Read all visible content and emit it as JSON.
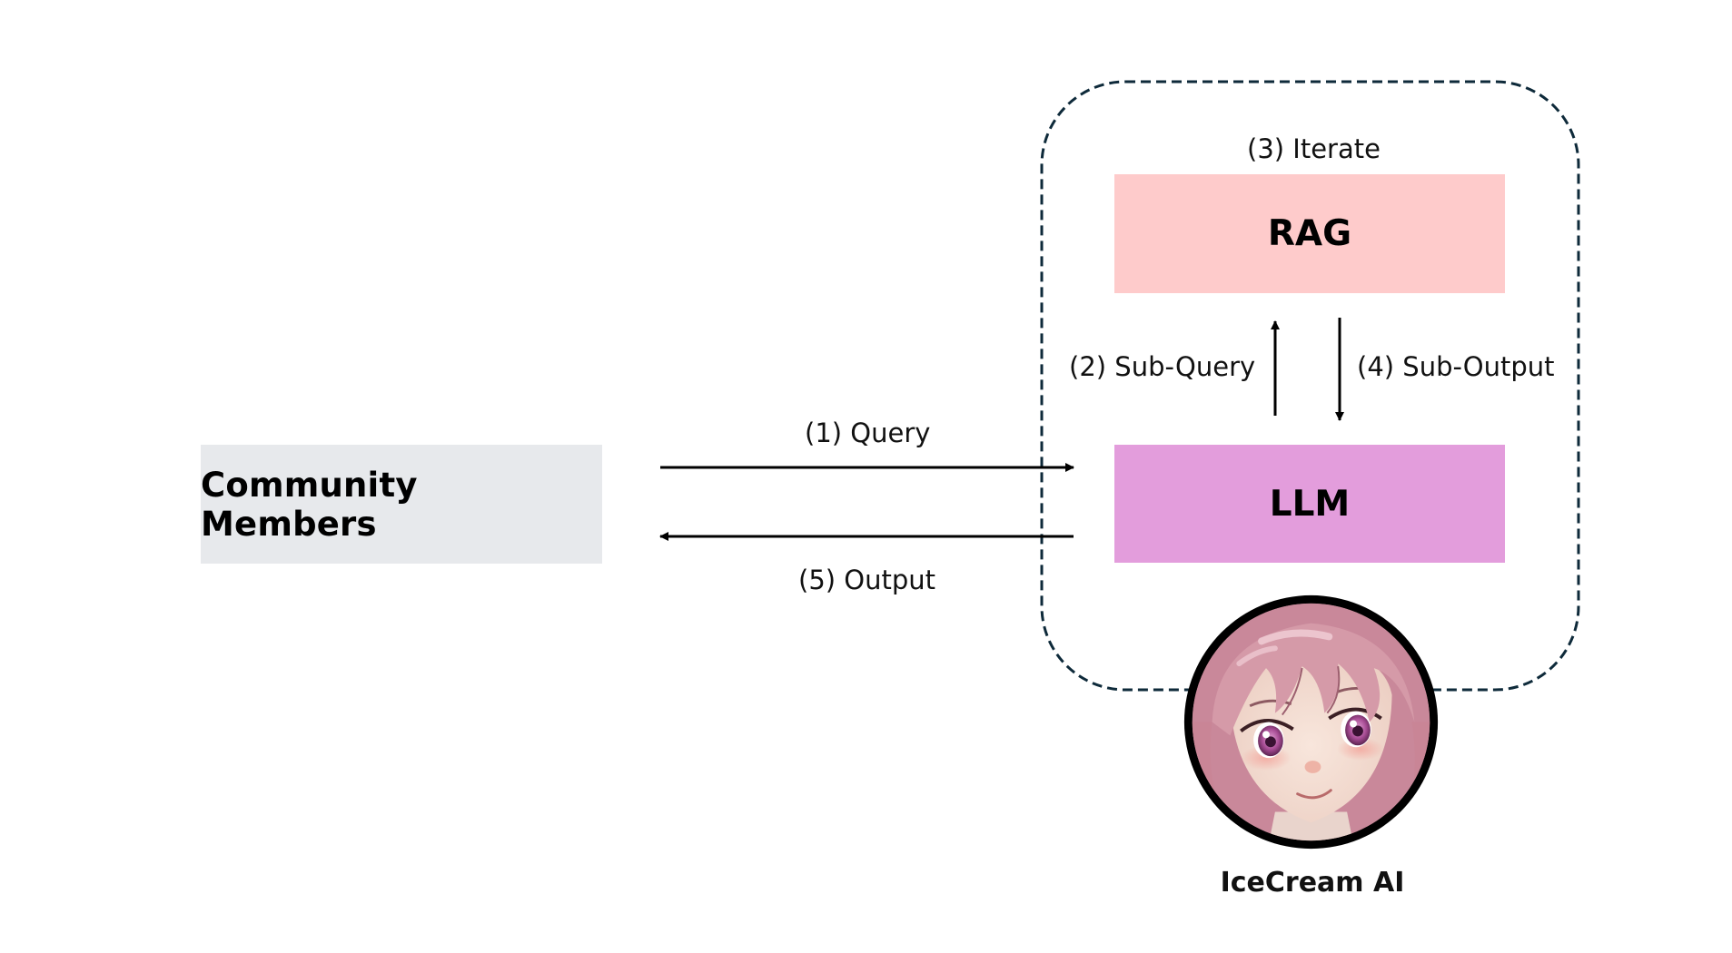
{
  "diagram": {
    "nodes": {
      "community": "Community Members",
      "rag": "RAG",
      "llm": "LLM"
    },
    "edges": {
      "query": "(1) Query",
      "sub_query": "(2) Sub-Query",
      "iterate": "(3) Iterate",
      "sub_output": "(4) Sub-Output",
      "output": "(5) Output"
    },
    "agent": {
      "name": "IceCream AI",
      "avatar": "anime-girl-avatar"
    },
    "colors": {
      "community_fill": "#e7e9ec",
      "rag_fill": "#fecbcb",
      "llm_fill": "#e39ddc",
      "group_border": "#0e2a3a",
      "arrow": "#000000"
    }
  }
}
